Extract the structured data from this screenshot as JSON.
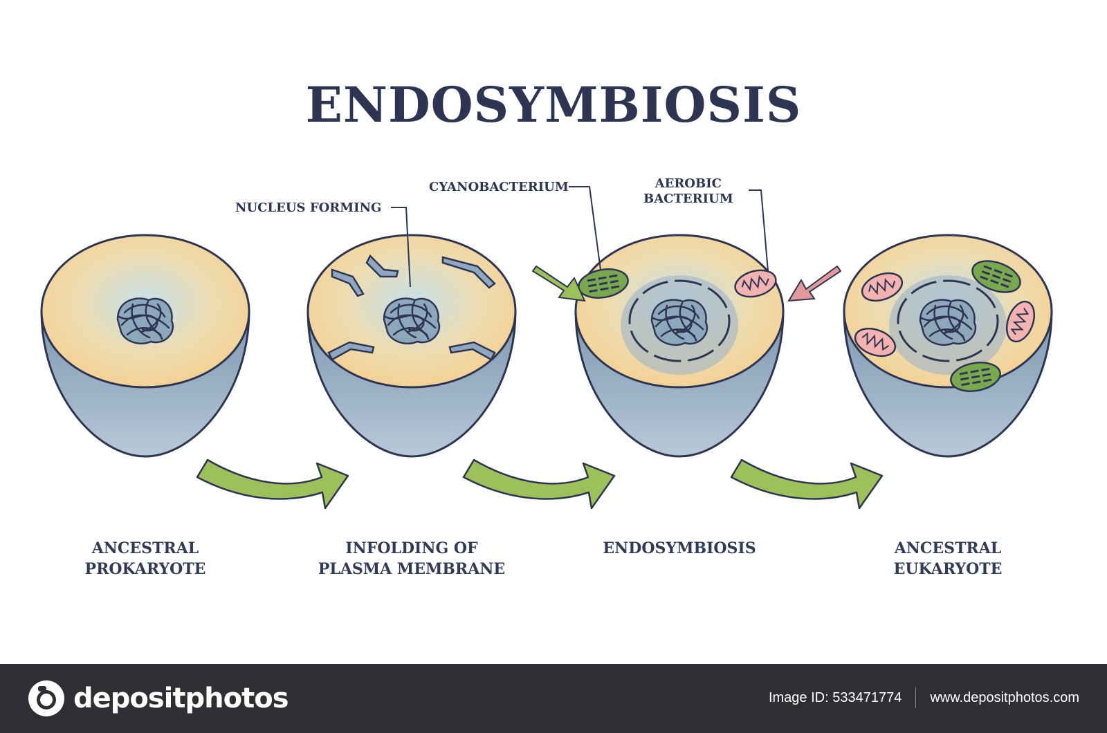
{
  "title": "ENDOSYMBIOSIS",
  "stages": [
    {
      "label": "ANCESTRAL\nPROKARYOTE"
    },
    {
      "label": "INFOLDING OF\nPLASMA MEMBRANE"
    },
    {
      "label": "ENDOSYMBIOSIS"
    },
    {
      "label": "ANCESTRAL\nEUKARYOTE"
    }
  ],
  "callouts": {
    "nucleus_forming": "NUCLEUS FORMING",
    "cyanobacterium": "CYANOBACTERIUM",
    "aerobic_bacterium": "AEROBIC\nBACTERIUM"
  },
  "colors": {
    "cytoplasm": "#f6d49a",
    "cytoplasm_center": "#c9e3ea",
    "shell": "#8fa8bf",
    "outline": "#2d3552",
    "arrow": "#9cc05a",
    "chloroplast": "#6e9e4a",
    "mitochondria": "#e49a9a"
  },
  "footer": {
    "brand": "depositphotos",
    "image_id": "Image ID: 533471774",
    "url": "www.depositphotos.com"
  }
}
